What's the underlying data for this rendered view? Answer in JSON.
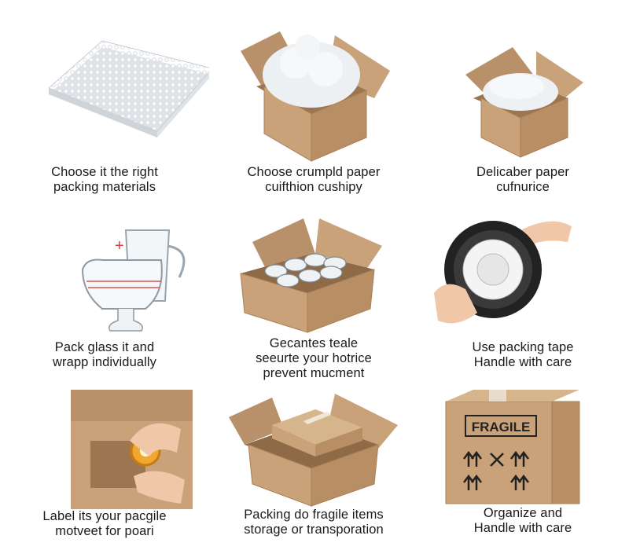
{
  "steps": [
    {
      "icon": "bubble-wrap-icon",
      "lines": [
        "Choose it the right",
        "packing materials"
      ]
    },
    {
      "icon": "box-with-crumpled-paper-icon",
      "lines": [
        "Choose crumpld paper",
        "cuifthion cushipy"
      ]
    },
    {
      "icon": "box-with-paper-icon",
      "lines": [
        "Delicaber paper",
        "cufnurice"
      ]
    },
    {
      "icon": "glass-pitcher-icon",
      "lines": [
        "Pack glass it and",
        "wrapp individually"
      ]
    },
    {
      "icon": "box-of-glasses-icon",
      "lines": [
        "Gecantes teale",
        "seeurte your hotrice",
        "prevent mucment"
      ]
    },
    {
      "icon": "plate-with-tape-icon",
      "lines": [
        "Use packing tape",
        "Handle with care"
      ]
    },
    {
      "icon": "taping-box-icon",
      "lines": [
        "Label its your pacgile",
        "motveet for poari"
      ]
    },
    {
      "icon": "boxes-stacked-icon",
      "lines": [
        "Packing do fragile items",
        "storage or transporation"
      ]
    },
    {
      "icon": "fragile-box-icon",
      "lines": [
        "Organize and",
        "Handle with care"
      ]
    }
  ],
  "fragile_box": {
    "label": "FRAGILE"
  },
  "colors": {
    "cardboard": "#c9a27a",
    "cardboard_dark": "#a97f57",
    "bubble": "#e9ecef",
    "tape": "#f0a830"
  }
}
